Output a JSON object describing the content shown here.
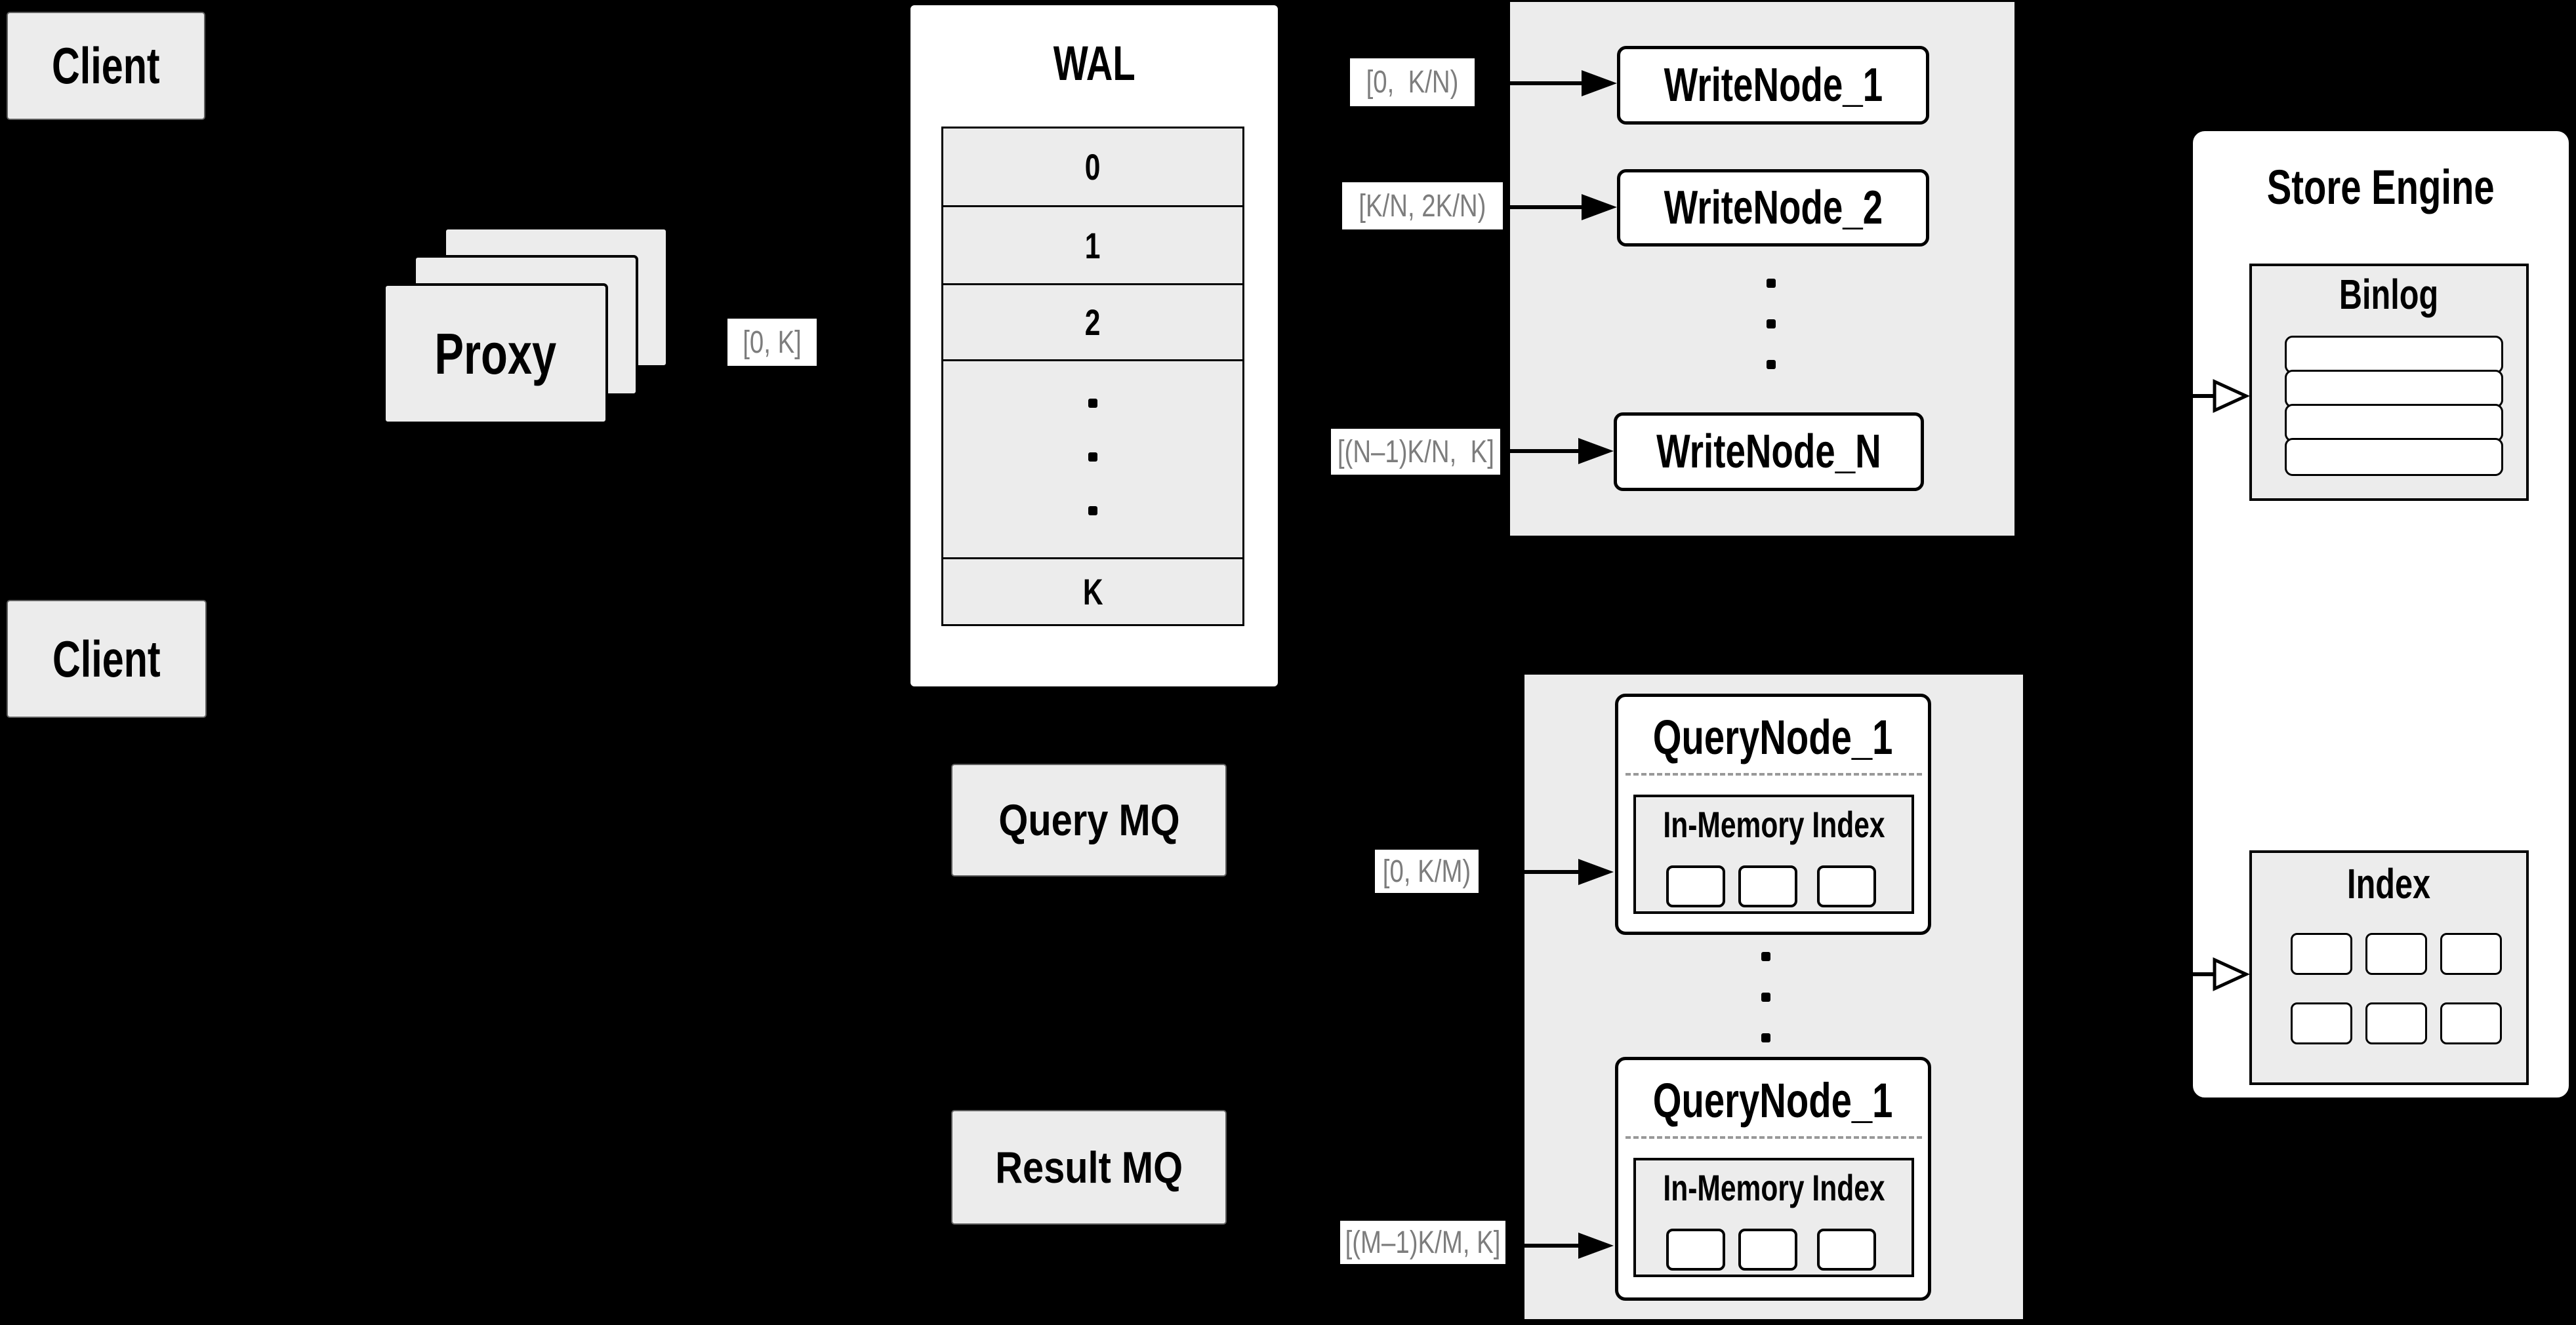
{
  "colors": {
    "background": "#000000",
    "box_gray": "#ececec",
    "panel_white": "#ffffff",
    "line_black": "#000000",
    "border_gray": "#5f5f5f",
    "label_gray": "#7d7d7d",
    "divider_gray": "#999999"
  },
  "clients": {
    "top_label": "Client",
    "bottom_label": "Client"
  },
  "proxy": {
    "label": "Proxy",
    "range_badge": "[0, K]"
  },
  "wal": {
    "title": "WAL",
    "segments": [
      "0",
      "1",
      "2"
    ],
    "last_segment": "K"
  },
  "write_group": {
    "node_1": "WriteNode_1",
    "node_2": "WriteNode_2",
    "node_n": "WriteNode_N",
    "range_1": "[0,  K/N)",
    "range_2": "[K/N, 2K/N)",
    "range_n": "[(N–1)K/N,  K]"
  },
  "store_engine": {
    "title": "Store Engine",
    "binlog_title": "Binlog",
    "index_title": "Index"
  },
  "mq": {
    "query_label": "Query MQ",
    "result_label": "Result MQ"
  },
  "query_group": {
    "node_1_title": "QueryNode_1",
    "node_2_title": "QueryNode_1",
    "in_memory_index_title": "In-Memory Index",
    "range_1": "[0, K/M)",
    "range_2": "[(M–1)K/M, K]"
  }
}
